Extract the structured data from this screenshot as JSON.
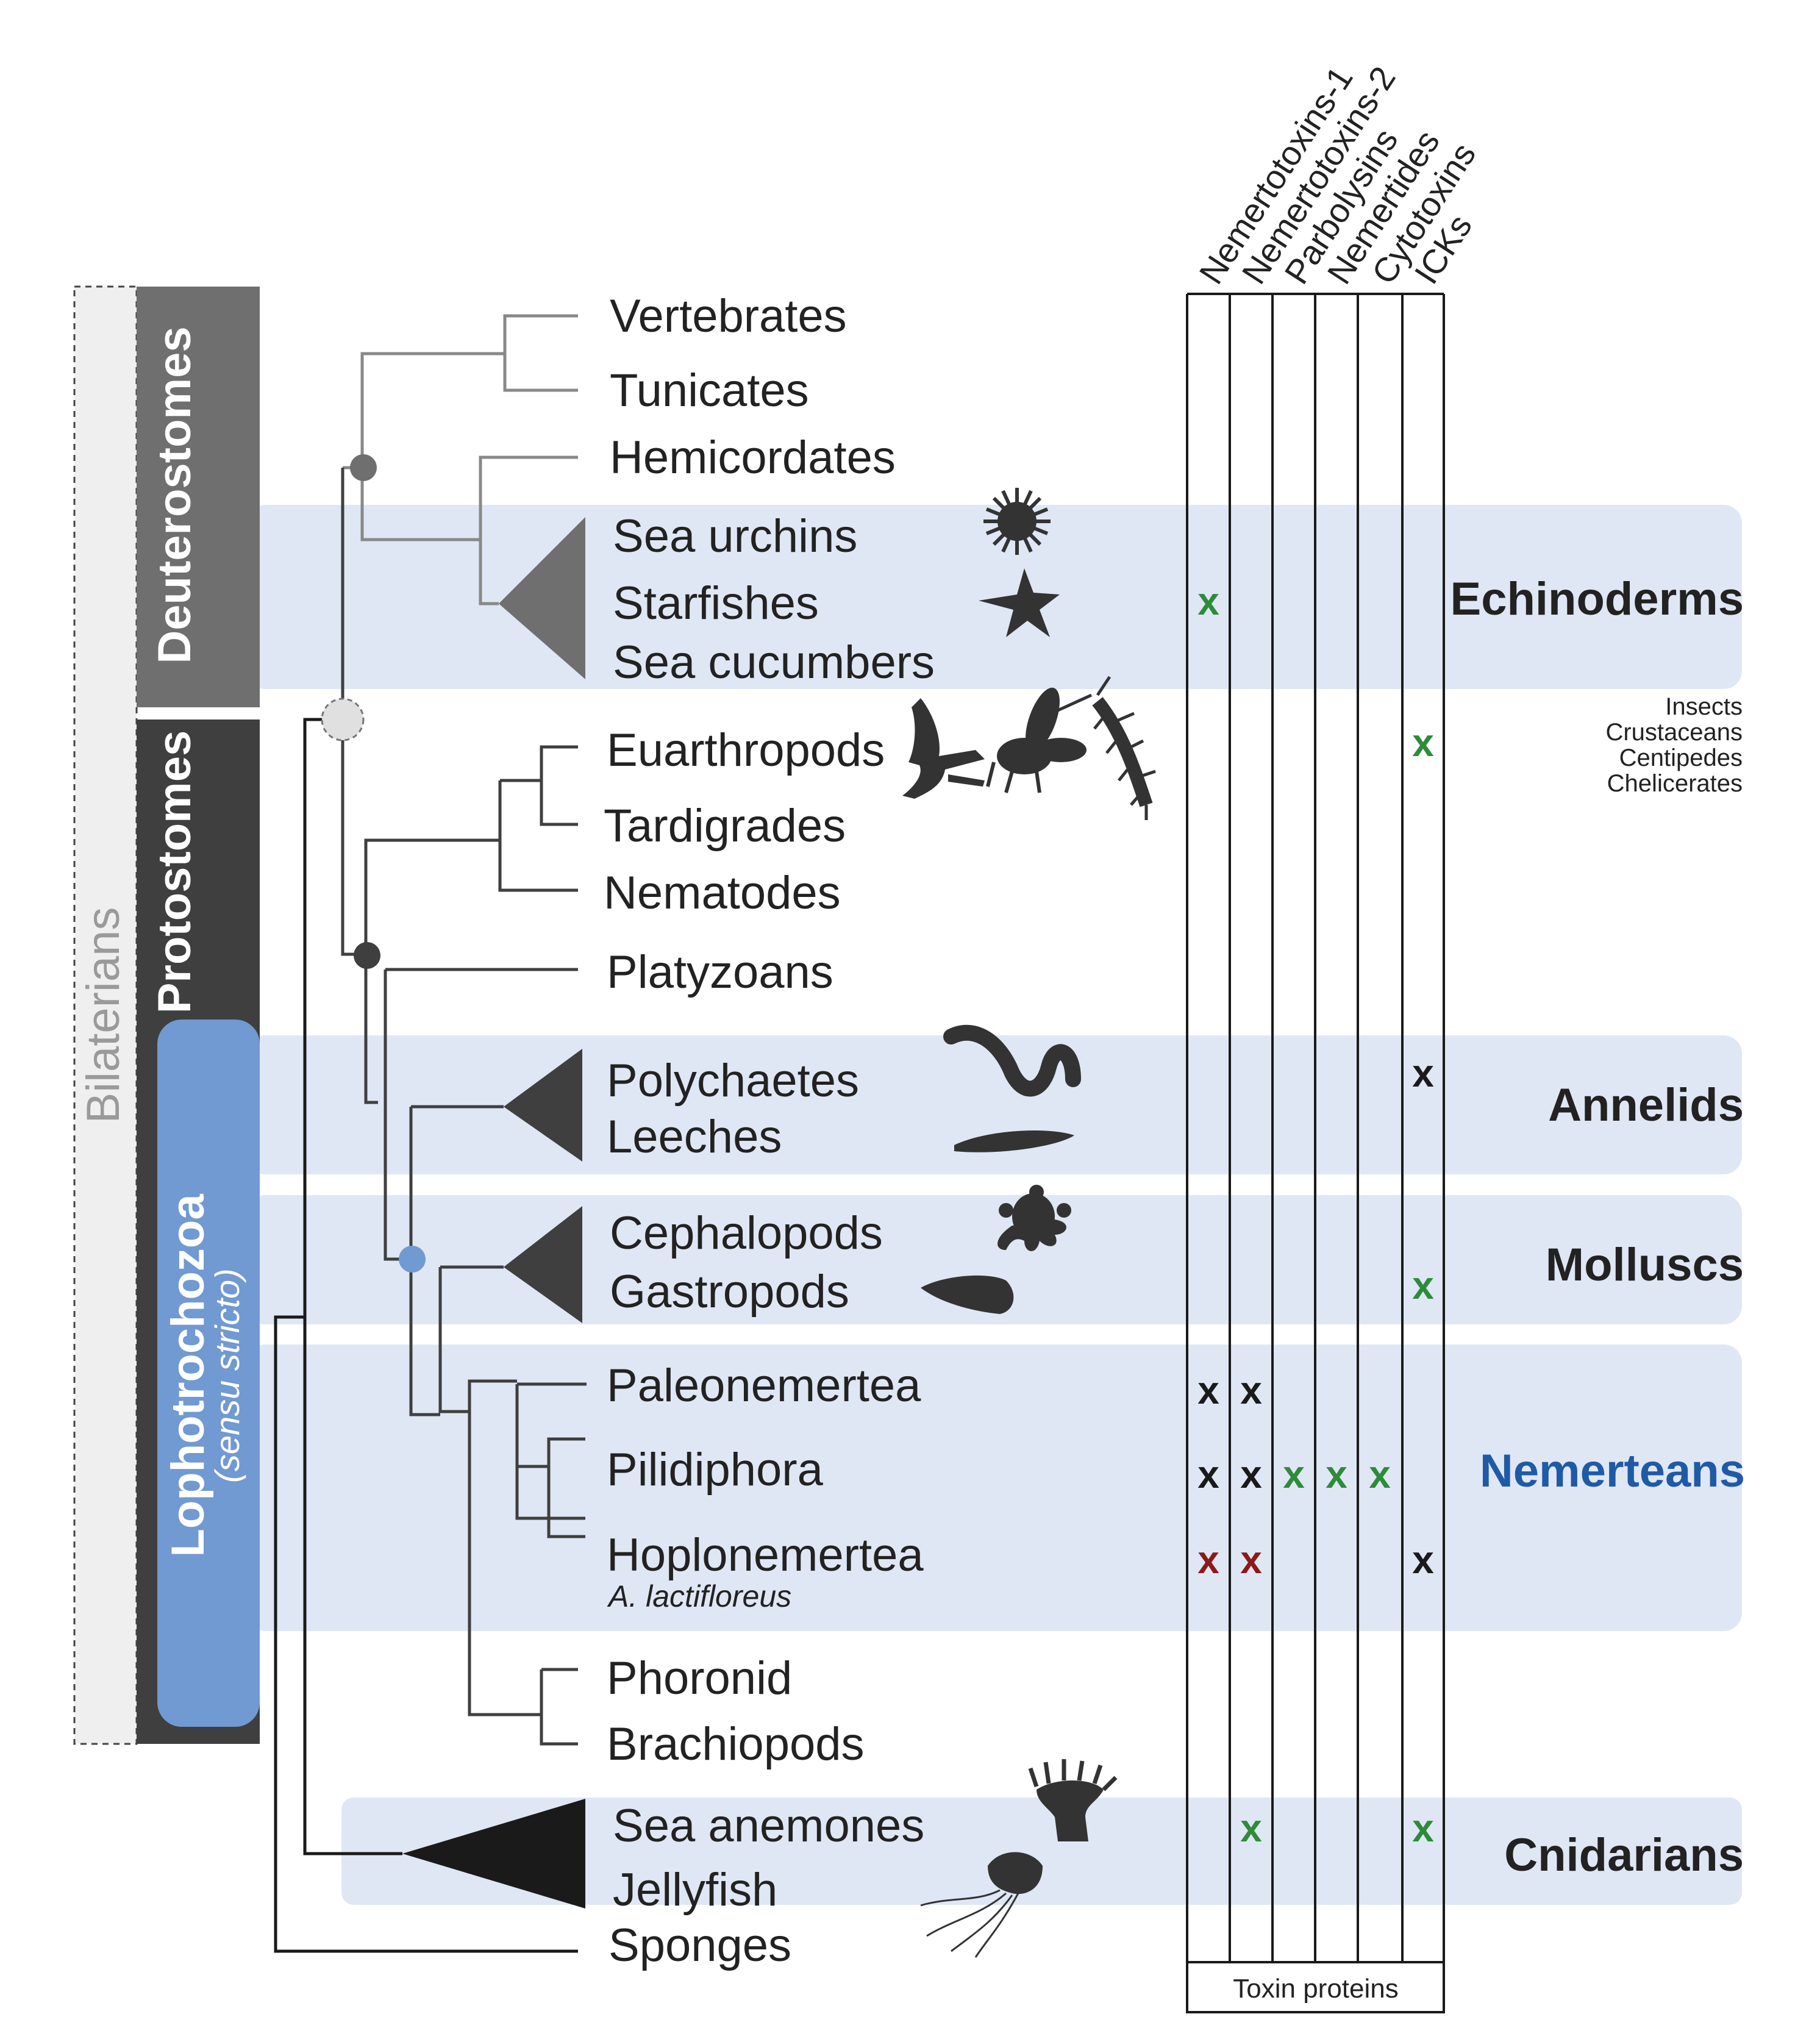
{
  "sidebar": {
    "bilaterians": "Bilaterians",
    "deuterostomes": "Deuterostomes",
    "protostomes": "Protostomes",
    "lophotrochozoa": "Lophotrochozoa",
    "lophotrochozoa_sub": "(sensu stricto)"
  },
  "taxa": {
    "vertebrates": "Vertebrates",
    "tunicates": "Tunicates",
    "hemicordates": "Hemicordates",
    "sea_urchins": "Sea urchins",
    "starfishes": "Starfishes",
    "sea_cucumbers": "Sea cucumbers",
    "euarthropods": "Euarthropods",
    "tardigrades": "Tardigrades",
    "nematodes": "Nematodes",
    "platyzoans": "Platyzoans",
    "polychaetes": "Polychaetes",
    "leeches": "Leeches",
    "cephalopods": "Cephalopods",
    "gastropods": "Gastropods",
    "paleonemertea": "Paleonemertea",
    "pilidiphora": "Pilidiphora",
    "hoplonemertea": "Hoplonemertea",
    "hoplonemertea_species": "A. lactifloreus",
    "phoronid": "Phoronid",
    "brachiopods": "Brachiopods",
    "sea_anemones": "Sea anemones",
    "jellyfish": "Jellyfish",
    "sponges": "Sponges"
  },
  "groups": {
    "echinoderms": "Echinoderms",
    "annelids": "Annelids",
    "molluscs": "Molluscs",
    "nemerteans": "Nemerteans",
    "cnidarians": "Cnidarians"
  },
  "arthropod_note": [
    "Insects",
    "Crustaceans",
    "Centipedes",
    "Chelicerates"
  ],
  "toxin_table": {
    "columns": [
      "Nemertotoxins-1",
      "Nemertotoxins-2",
      "Parbolysins",
      "Nemertides",
      "Cytotoxins",
      "ICKs"
    ],
    "footer": "Toxin proteins",
    "mark_symbol": "x",
    "marks": [
      {
        "row": "Starfishes",
        "col": 0,
        "color": "#2e8b3a"
      },
      {
        "row": "Euarthropods",
        "col": 5,
        "color": "#2e8b3a"
      },
      {
        "row": "Polychaetes",
        "col": 5,
        "color": "#1a1a1a"
      },
      {
        "row": "Gastropods",
        "col": 5,
        "color": "#2e8b3a"
      },
      {
        "row": "Paleonemertea",
        "col": 0,
        "color": "#1a1a1a"
      },
      {
        "row": "Paleonemertea",
        "col": 1,
        "color": "#1a1a1a"
      },
      {
        "row": "Pilidiphora",
        "col": 0,
        "color": "#1a1a1a"
      },
      {
        "row": "Pilidiphora",
        "col": 1,
        "color": "#1a1a1a"
      },
      {
        "row": "Pilidiphora",
        "col": 2,
        "color": "#2e8b3a"
      },
      {
        "row": "Pilidiphora",
        "col": 3,
        "color": "#2e8b3a"
      },
      {
        "row": "Pilidiphora",
        "col": 4,
        "color": "#2e8b3a"
      },
      {
        "row": "Hoplonemertea",
        "col": 0,
        "color": "#8b1a1a"
      },
      {
        "row": "Hoplonemertea",
        "col": 1,
        "color": "#8b1a1a"
      },
      {
        "row": "Hoplonemertea",
        "col": 5,
        "color": "#1a1a1a"
      },
      {
        "row": "Sea anemones",
        "col": 1,
        "color": "#2e8b3a"
      },
      {
        "row": "Sea anemones",
        "col": 5,
        "color": "#2e8b3a"
      }
    ]
  },
  "colors": {
    "band": "#dfe7f5",
    "deutero_bar": "#6f6f6f",
    "proto_bar": "#3f3f3f",
    "lopho_bar": "#7199d2",
    "nemertean_label": "#1f5aa6",
    "tree_light": "#888888",
    "tree_dark": "#3f3f3f"
  }
}
